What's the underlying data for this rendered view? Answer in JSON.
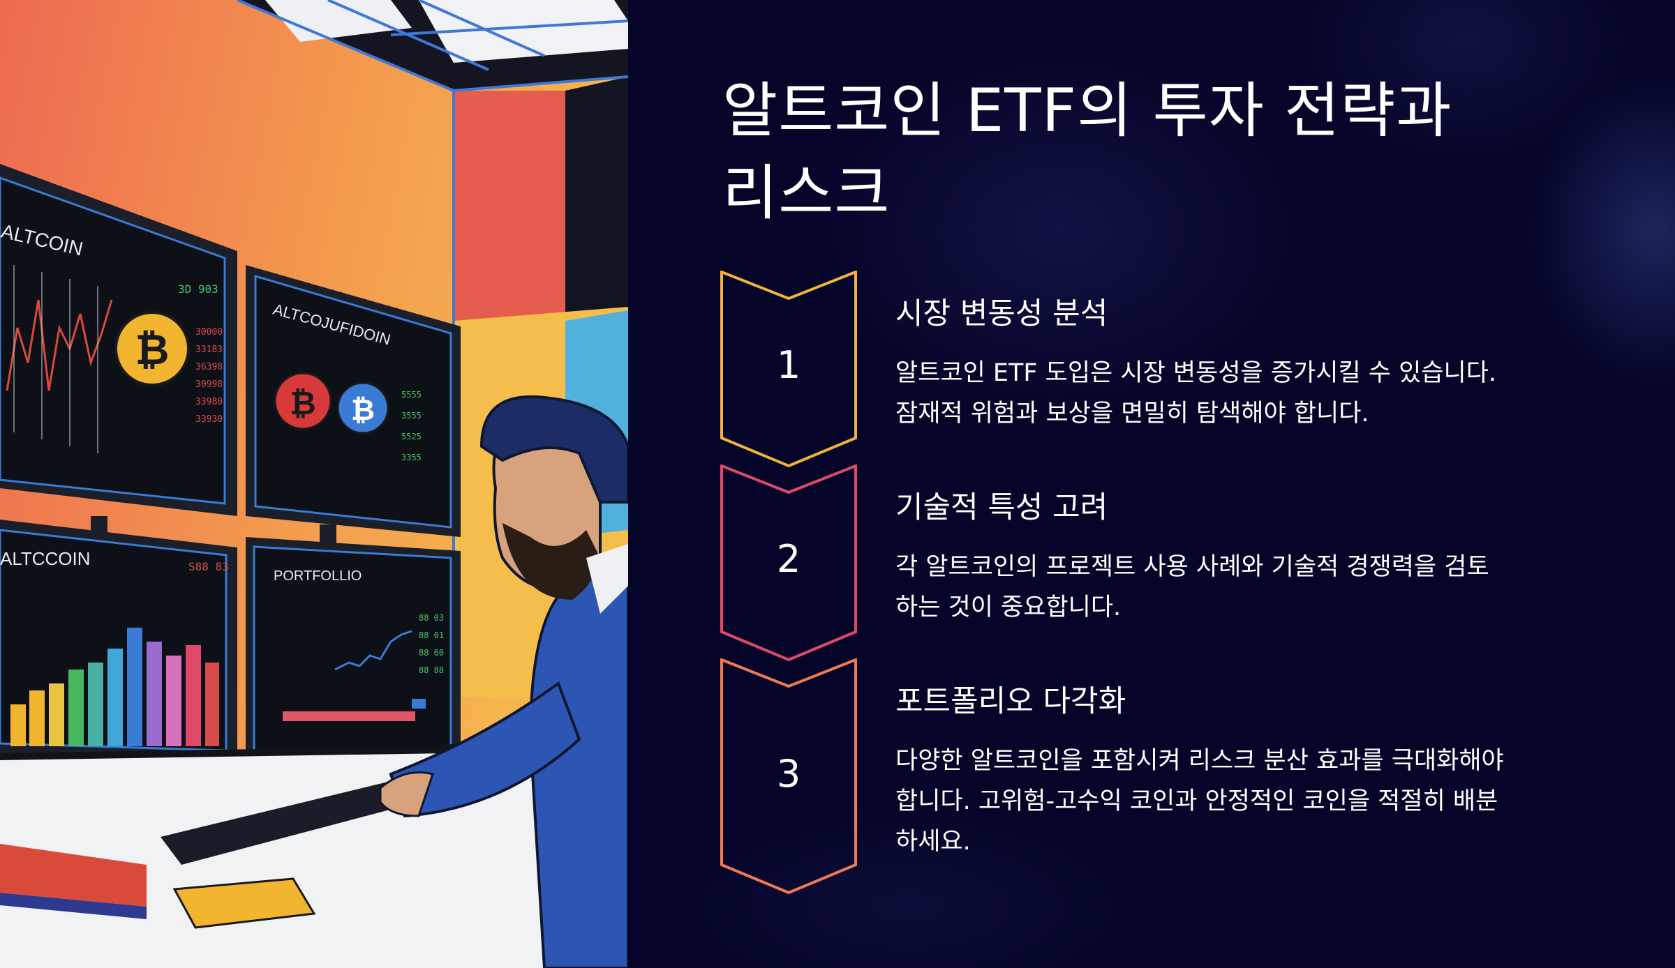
{
  "title": "알트코인 ETF의 투자 전략과 리스크",
  "illustration": {
    "screens": {
      "top_left_label": "ALTCOIN",
      "top_right_label": "ALTCOJUFIDOIN",
      "bottom_left_label": "ALTCCOIN",
      "bottom_right_label": "PORTFOLLIO"
    }
  },
  "steps": [
    {
      "number": "1",
      "heading": "시장 변동성 분석",
      "body": "알트코인 ETF 도입은 시장 변동성을 증가시킬 수 있습니다. 잠재적 위험과 보상을 면밀히 탐색해야 합니다.",
      "color": "#f2b13a"
    },
    {
      "number": "2",
      "heading": "기술적 특성 고려",
      "body": "각 알트코인의 프로젝트 사용 사례와 기술적 경쟁력을 검토하는 것이 중요합니다.",
      "color": "#e0486a"
    },
    {
      "number": "3",
      "heading": "포트폴리오 다각화",
      "body": "다양한 알트코인을 포함시켜 리스크 분산 효과를 극대화해야 합니다. 고위험-고수익 코인과 안정적인 코인을 적절히 배분하세요.",
      "color": "#f07a55"
    }
  ]
}
